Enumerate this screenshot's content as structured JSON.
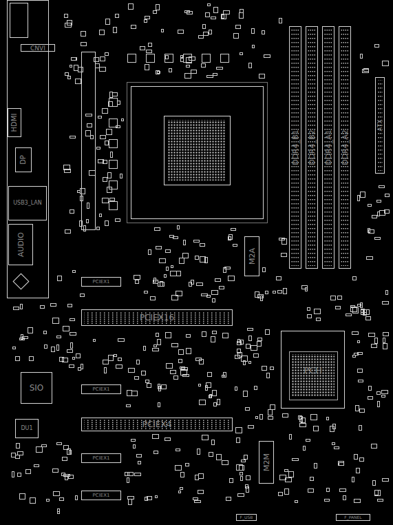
{
  "diagram": {
    "nodes": [
      {
        "text": [
          "CNVI"
        ]
      },
      {
        "text": [
          "HDMI"
        ]
      },
      {
        "text": [
          "DP"
        ]
      },
      {
        "text": [
          "USB3_LAN"
        ]
      },
      {
        "text": [
          "AUDIO"
        ]
      },
      {
        "text": [
          "PCIEX1"
        ]
      },
      {
        "text": [
          "PCIEX16"
        ]
      },
      {
        "text": [
          "SIO"
        ]
      },
      {
        "text": [
          "PCIEX1"
        ]
      },
      {
        "text": [
          "PCIEX4"
        ]
      },
      {
        "text": [
          "DU1"
        ]
      },
      {
        "text": [
          "PCIEX1"
        ]
      },
      {
        "text": [
          "PCIEX1"
        ]
      },
      {
        "text": [
          "M2A"
        ]
      },
      {
        "text": [
          "DDR4_B1"
        ]
      },
      {
        "text": [
          "DDR4_B2"
        ]
      },
      {
        "text": [
          "DDR4_A1"
        ]
      },
      {
        "text": [
          "DDR4_A2"
        ]
      },
      {
        "text": [
          "ATX"
        ]
      },
      {
        "text": [
          "PCH"
        ]
      },
      {
        "text": [
          "M2M"
        ]
      },
      {
        "text": [
          "F_USB"
        ]
      },
      {
        "text": [
          "F_PANEL"
        ]
      }
    ]
  }
}
